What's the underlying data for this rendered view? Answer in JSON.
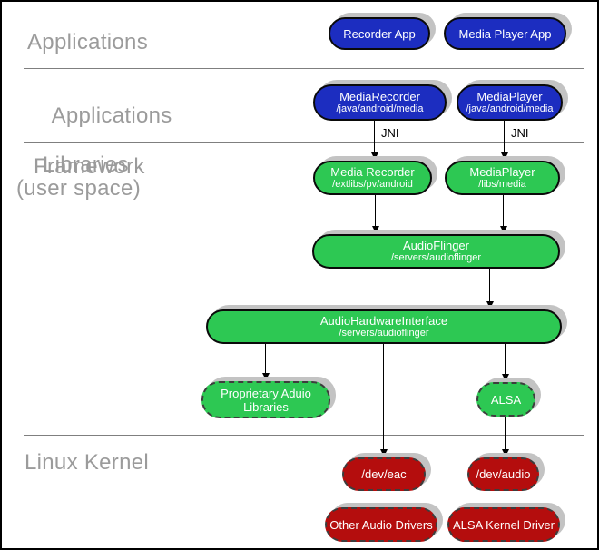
{
  "diagram": {
    "section_labels": {
      "applications": "Applications",
      "framework_line1": "Applications",
      "framework_line2": "Framework",
      "libraries_line1": "Libraries",
      "libraries_line2": "(user space)",
      "kernel": "Linux Kernel"
    },
    "edge_labels": {
      "jni_left": "JNI",
      "jni_right": "JNI"
    },
    "nodes": {
      "recorder_app": {
        "title": "Recorder App"
      },
      "media_player_app": {
        "title": "Media Player App"
      },
      "media_recorder_fw": {
        "title": "MediaRecorder",
        "subtitle": "/java/android/media"
      },
      "media_player_fw": {
        "title": "MediaPlayer",
        "subtitle": "/java/android/media"
      },
      "media_recorder_lib": {
        "title": "Media Recorder",
        "subtitle": "/extlibs/pv/android"
      },
      "media_player_lib": {
        "title": "MediaPlayer",
        "subtitle": "/libs/media"
      },
      "audio_flinger": {
        "title": "AudioFlinger",
        "subtitle": "/servers/audioflinger"
      },
      "audio_hardware_interface": {
        "title": "AudioHardwareInterface",
        "subtitle": "/servers/audioflinger"
      },
      "proprietary_audio_libraries": {
        "title_line1": "Proprietary Aduio",
        "title_line2": "Libraries"
      },
      "alsa": {
        "title": "ALSA"
      },
      "dev_eac": {
        "title": "/dev/eac"
      },
      "dev_audio": {
        "title": "/dev/audio"
      },
      "other_audio_drivers": {
        "title": "Other Audio Drivers"
      },
      "alsa_kernel_driver": {
        "title": "ALSA Kernel Driver"
      }
    },
    "colors": {
      "blue": "#1c2dc0",
      "green": "#2dc853",
      "red": "#b40d0d",
      "shadow": "#c3c3c3",
      "label_gray": "#9b9b9b",
      "divider": "#7f7f7f",
      "line": "#000000"
    }
  }
}
